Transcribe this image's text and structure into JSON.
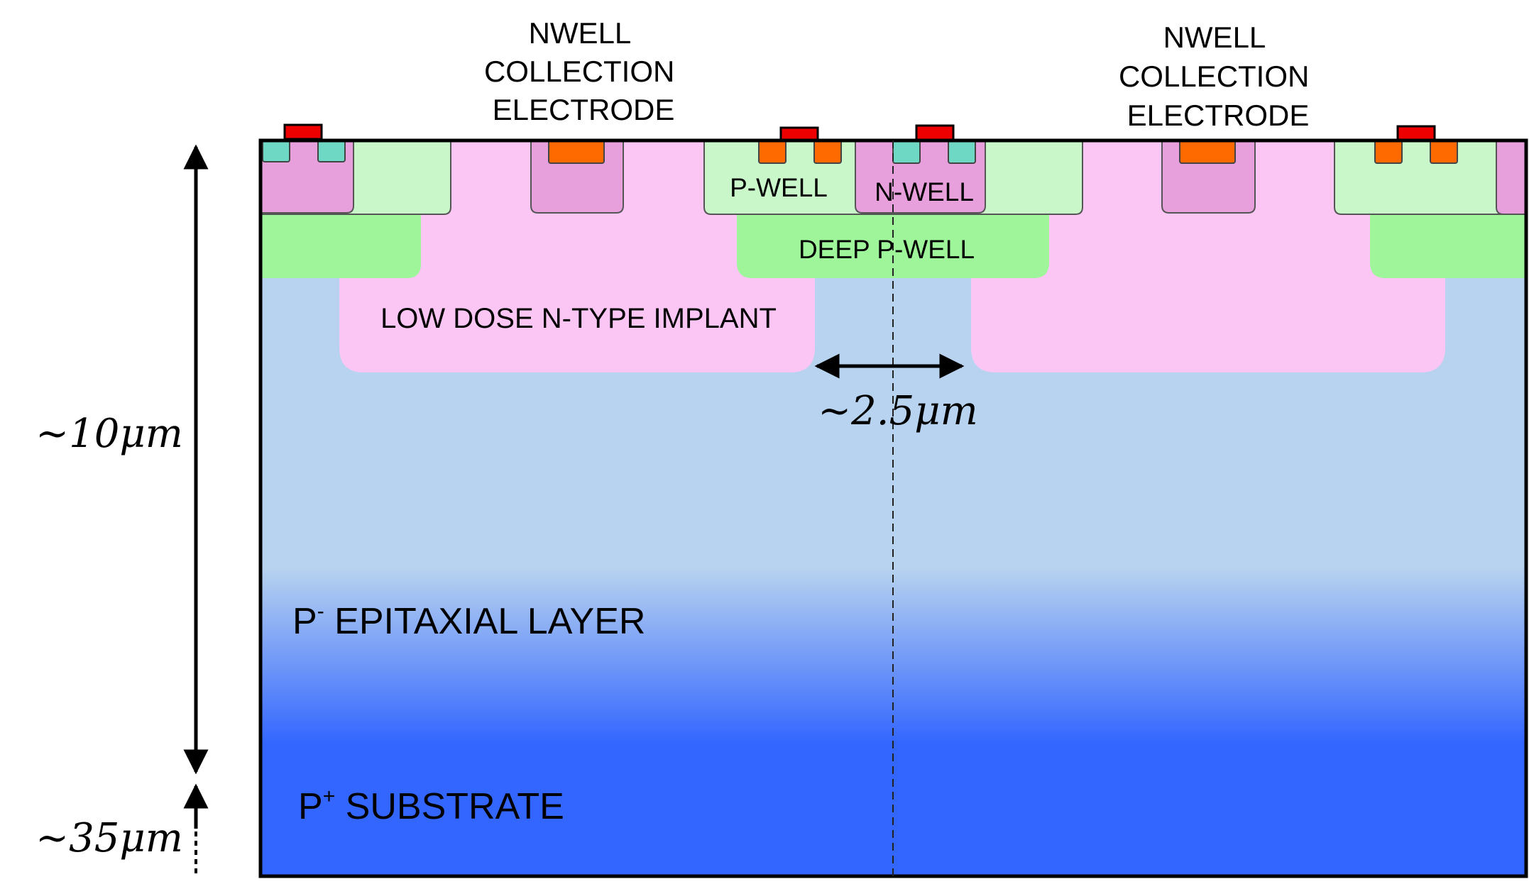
{
  "labels": {
    "electrode_left": [
      "NWELL",
      "COLLECTION",
      "ELECTRODE"
    ],
    "electrode_right": [
      "NWELL",
      "COLLECTION",
      "ELECTRODE"
    ],
    "p_well": "P-WELL",
    "n_well": "N-WELL",
    "deep_p_well": "DEEP P-WELL",
    "low_dose_implant": "LOW DOSE N-TYPE IMPLANT",
    "epitaxial_layer": {
      "base": "P",
      "superscript": "-",
      "rest": " EPITAXIAL LAYER"
    },
    "substrate": {
      "base": "P",
      "superscript": "+",
      "rest": " SUBSTRATE"
    }
  },
  "dimensions": {
    "gap": "~2.5μm",
    "epi_thickness": "~10μm",
    "substrate_thickness": "~35μm"
  },
  "colors": {
    "outline": "#000000",
    "epitaxial": "#b8d3ef",
    "substrate": "#3366ff",
    "low_dose_implant": "#fbc6f4",
    "p_well": "#caf7ca",
    "deep_p_well": "#9ef59a",
    "n_well": "#e8a0dd",
    "n_plus_contact": "#ff6a00",
    "p_plus_contact": "#6fd8c4",
    "metal_contact": "#ee0000"
  }
}
